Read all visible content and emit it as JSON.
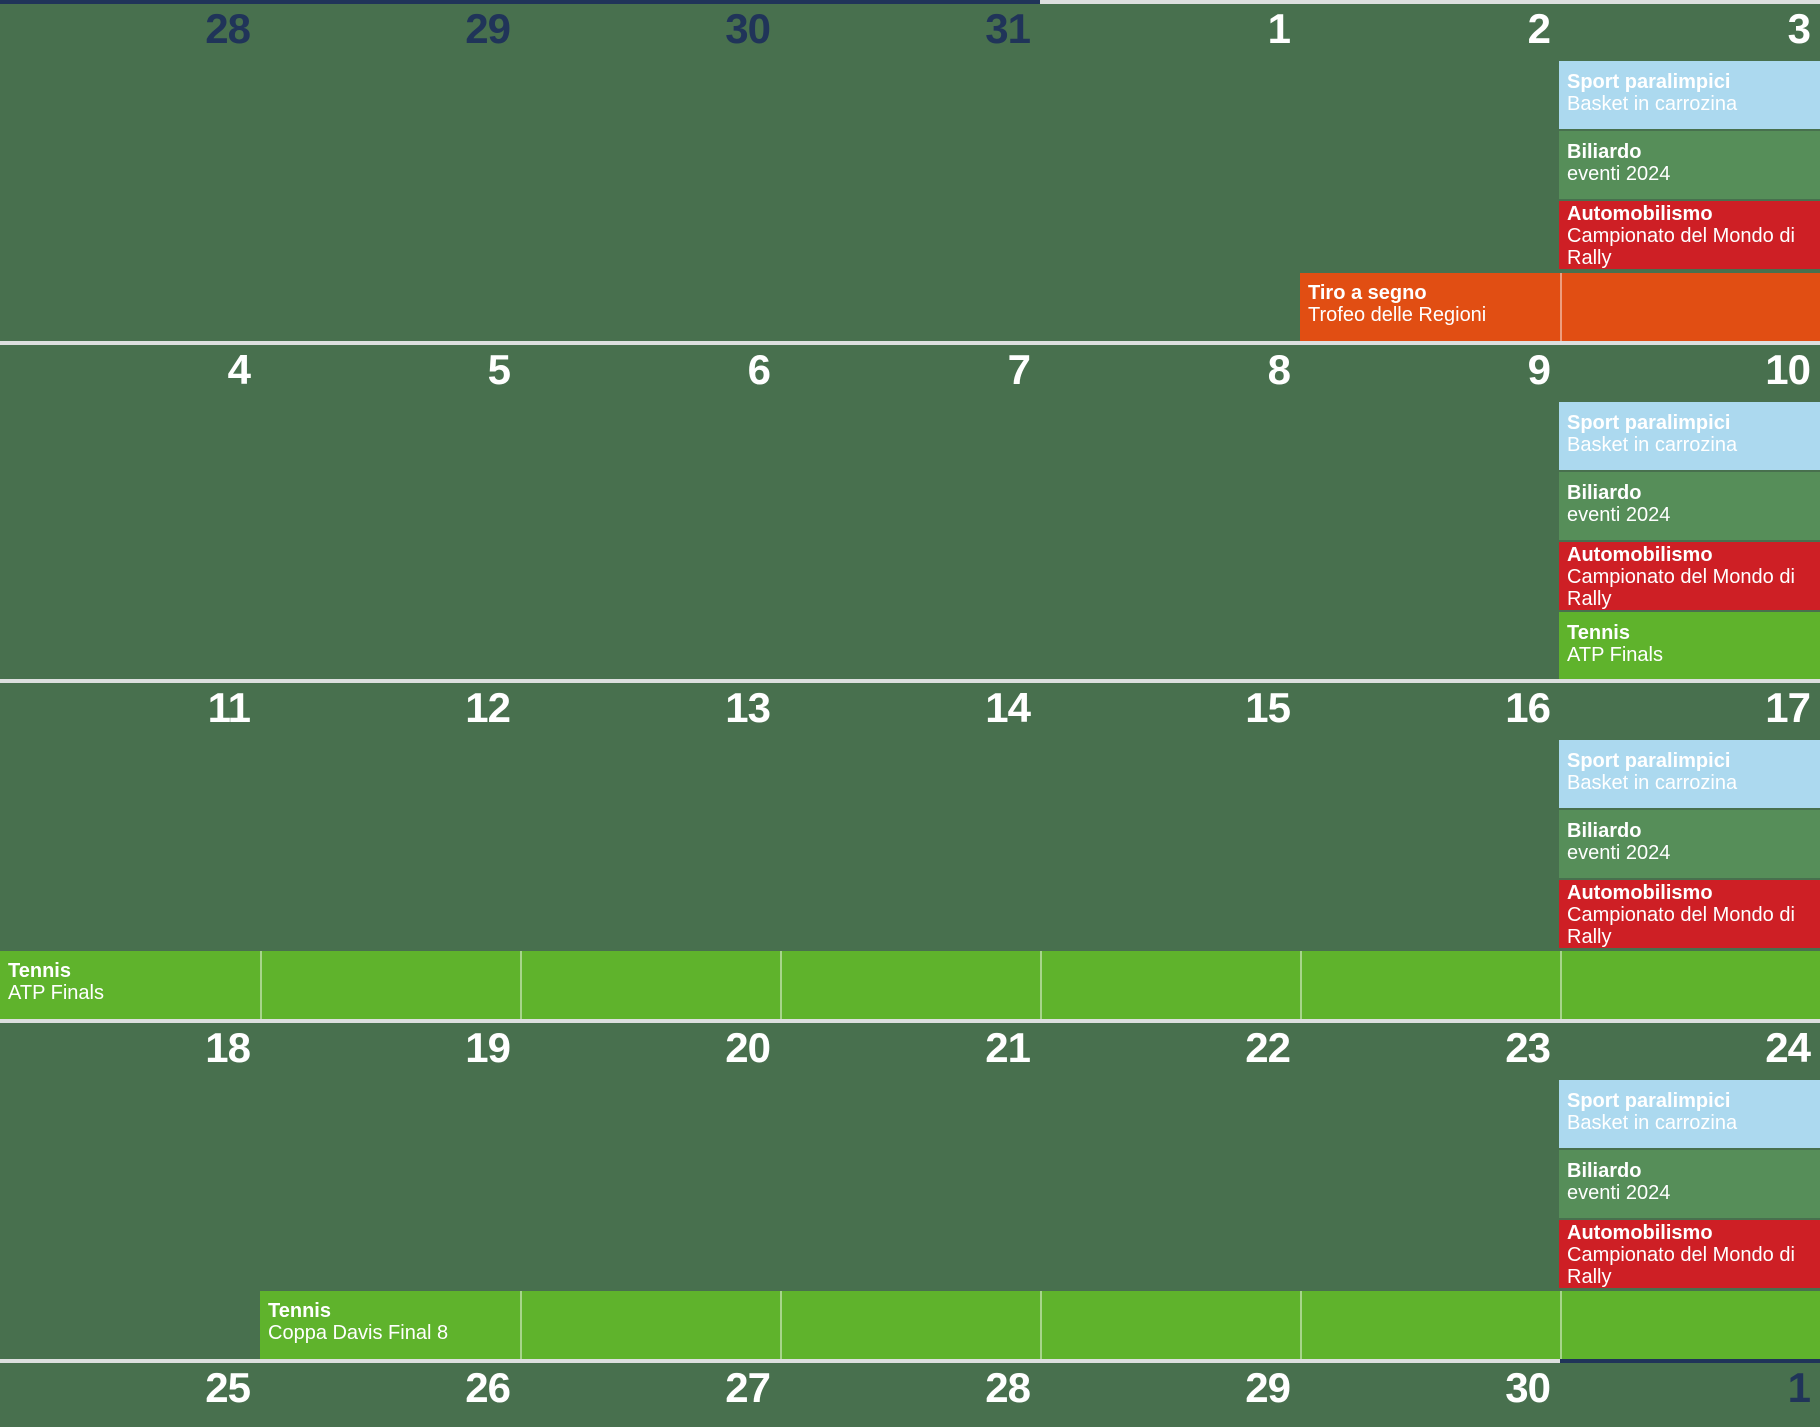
{
  "calendar": {
    "colors": {
      "cell_background": "#48704E",
      "day_number_current_month": "#FFFFFF",
      "day_number_other_month": "#203459",
      "separator_current_month": "#DCDFDE",
      "separator_other_month": "#203459",
      "event_text": "#FFFFFF",
      "event_sport_paralimpici": "#ACD9EF",
      "event_biliardo": "#568E59",
      "event_automobilismo": "#CE1F25",
      "event_tiro_a_segno": "#E14E13",
      "event_tennis": "#5FB32C"
    },
    "weeks": [
      {
        "days": [
          {
            "n": "28",
            "other_month": true
          },
          {
            "n": "29",
            "other_month": true
          },
          {
            "n": "30",
            "other_month": true
          },
          {
            "n": "31",
            "other_month": true
          },
          {
            "n": "1",
            "other_month": false
          },
          {
            "n": "2",
            "other_month": false
          },
          {
            "n": "3",
            "other_month": false
          }
        ],
        "column7": [
          {
            "title": "Sport paralimpici",
            "subtitle": "Basket in carrozina",
            "color": "#ACD9EF"
          },
          {
            "title": "Biliardo",
            "subtitle": "eventi 2024",
            "color": "#568E59"
          },
          {
            "title": "Automobilismo",
            "subtitle": "Campionato del Mondo di Rally",
            "color": "#CE1F25"
          }
        ],
        "bar": {
          "title": "Tiro a segno",
          "subtitle": "Trofeo delle Regioni",
          "color": "#E14E13",
          "col_start": 6,
          "col_end": 7
        }
      },
      {
        "days": [
          {
            "n": "4",
            "other_month": false
          },
          {
            "n": "5",
            "other_month": false
          },
          {
            "n": "6",
            "other_month": false
          },
          {
            "n": "7",
            "other_month": false
          },
          {
            "n": "8",
            "other_month": false
          },
          {
            "n": "9",
            "other_month": false
          },
          {
            "n": "10",
            "other_month": false
          }
        ],
        "column7": [
          {
            "title": "Sport paralimpici",
            "subtitle": "Basket in carrozina",
            "color": "#ACD9EF"
          },
          {
            "title": "Biliardo",
            "subtitle": "eventi 2024",
            "color": "#568E59"
          },
          {
            "title": "Automobilismo",
            "subtitle": "Campionato del Mondo di Rally",
            "color": "#CE1F25"
          },
          {
            "title": "Tennis",
            "subtitle": "ATP Finals",
            "color": "#5FB32C"
          }
        ],
        "bar": null
      },
      {
        "days": [
          {
            "n": "11",
            "other_month": false
          },
          {
            "n": "12",
            "other_month": false
          },
          {
            "n": "13",
            "other_month": false
          },
          {
            "n": "14",
            "other_month": false
          },
          {
            "n": "15",
            "other_month": false
          },
          {
            "n": "16",
            "other_month": false
          },
          {
            "n": "17",
            "other_month": false
          }
        ],
        "column7": [
          {
            "title": "Sport paralimpici",
            "subtitle": "Basket in carrozina",
            "color": "#ACD9EF"
          },
          {
            "title": "Biliardo",
            "subtitle": "eventi 2024",
            "color": "#568E59"
          },
          {
            "title": "Automobilismo",
            "subtitle": "Campionato del Mondo di Rally",
            "color": "#CE1F25"
          }
        ],
        "bar": {
          "title": "Tennis",
          "subtitle": "ATP Finals",
          "color": "#5FB32C",
          "col_start": 1,
          "col_end": 7
        }
      },
      {
        "days": [
          {
            "n": "18",
            "other_month": false
          },
          {
            "n": "19",
            "other_month": false
          },
          {
            "n": "20",
            "other_month": false
          },
          {
            "n": "21",
            "other_month": false
          },
          {
            "n": "22",
            "other_month": false
          },
          {
            "n": "23",
            "other_month": false
          },
          {
            "n": "24",
            "other_month": false
          }
        ],
        "column7": [
          {
            "title": "Sport paralimpici",
            "subtitle": "Basket in carrozina",
            "color": "#ACD9EF"
          },
          {
            "title": "Biliardo",
            "subtitle": "eventi 2024",
            "color": "#568E59"
          },
          {
            "title": "Automobilismo",
            "subtitle": "Campionato del Mondo di Rally",
            "color": "#CE1F25"
          }
        ],
        "bar": {
          "title": "Tennis",
          "subtitle": "Coppa Davis Final 8",
          "color": "#5FB32C",
          "col_start": 2,
          "col_end": 7
        }
      },
      {
        "days": [
          {
            "n": "25",
            "other_month": false
          },
          {
            "n": "26",
            "other_month": false
          },
          {
            "n": "27",
            "other_month": false
          },
          {
            "n": "28",
            "other_month": false
          },
          {
            "n": "29",
            "other_month": false
          },
          {
            "n": "30",
            "other_month": false
          },
          {
            "n": "1",
            "other_month": true
          }
        ],
        "column7": [],
        "bar": null
      }
    ]
  }
}
